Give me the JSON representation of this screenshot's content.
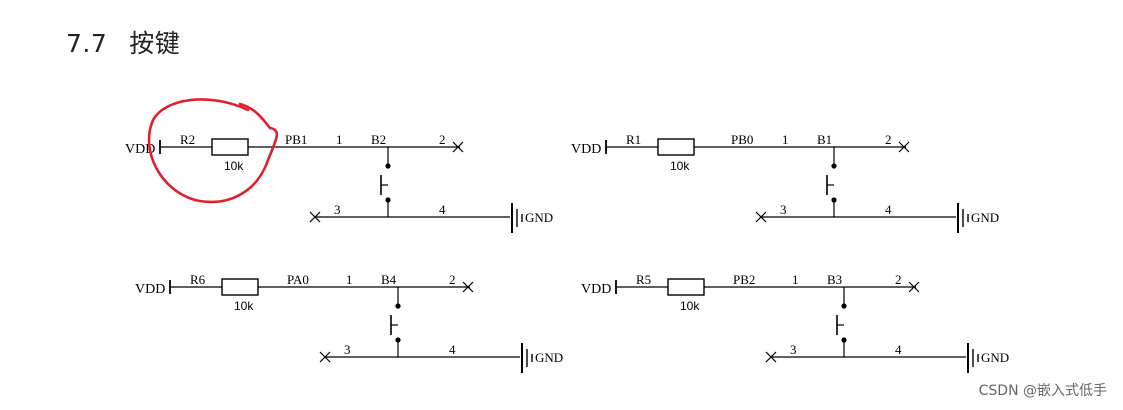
{
  "section": {
    "number": "7.7",
    "title": "按键"
  },
  "circuits": [
    {
      "vdd": "VDD",
      "resistor": "R2",
      "value": "10k",
      "net": "PB1",
      "pin1": "1",
      "pin2": "2",
      "pin3": "3",
      "pin4": "4",
      "switch": "B2",
      "gnd": "GND",
      "highlighted": true
    },
    {
      "vdd": "VDD",
      "resistor": "R1",
      "value": "10k",
      "net": "PB0",
      "pin1": "1",
      "pin2": "2",
      "pin3": "3",
      "pin4": "4",
      "switch": "B1",
      "gnd": "GND",
      "highlighted": false
    },
    {
      "vdd": "VDD",
      "resistor": "R6",
      "value": "10k",
      "net": "PA0",
      "pin1": "1",
      "pin2": "2",
      "pin3": "3",
      "pin4": "4",
      "switch": "B4",
      "gnd": "GND",
      "highlighted": false
    },
    {
      "vdd": "VDD",
      "resistor": "R5",
      "value": "10k",
      "net": "PB2",
      "pin1": "1",
      "pin2": "2",
      "pin3": "3",
      "pin4": "4",
      "switch": "B3",
      "gnd": "GND",
      "highlighted": false
    }
  ],
  "colors": {
    "line": "#000000",
    "highlight": "#e0202c"
  },
  "watermark": "CSDN @嵌入式低手"
}
